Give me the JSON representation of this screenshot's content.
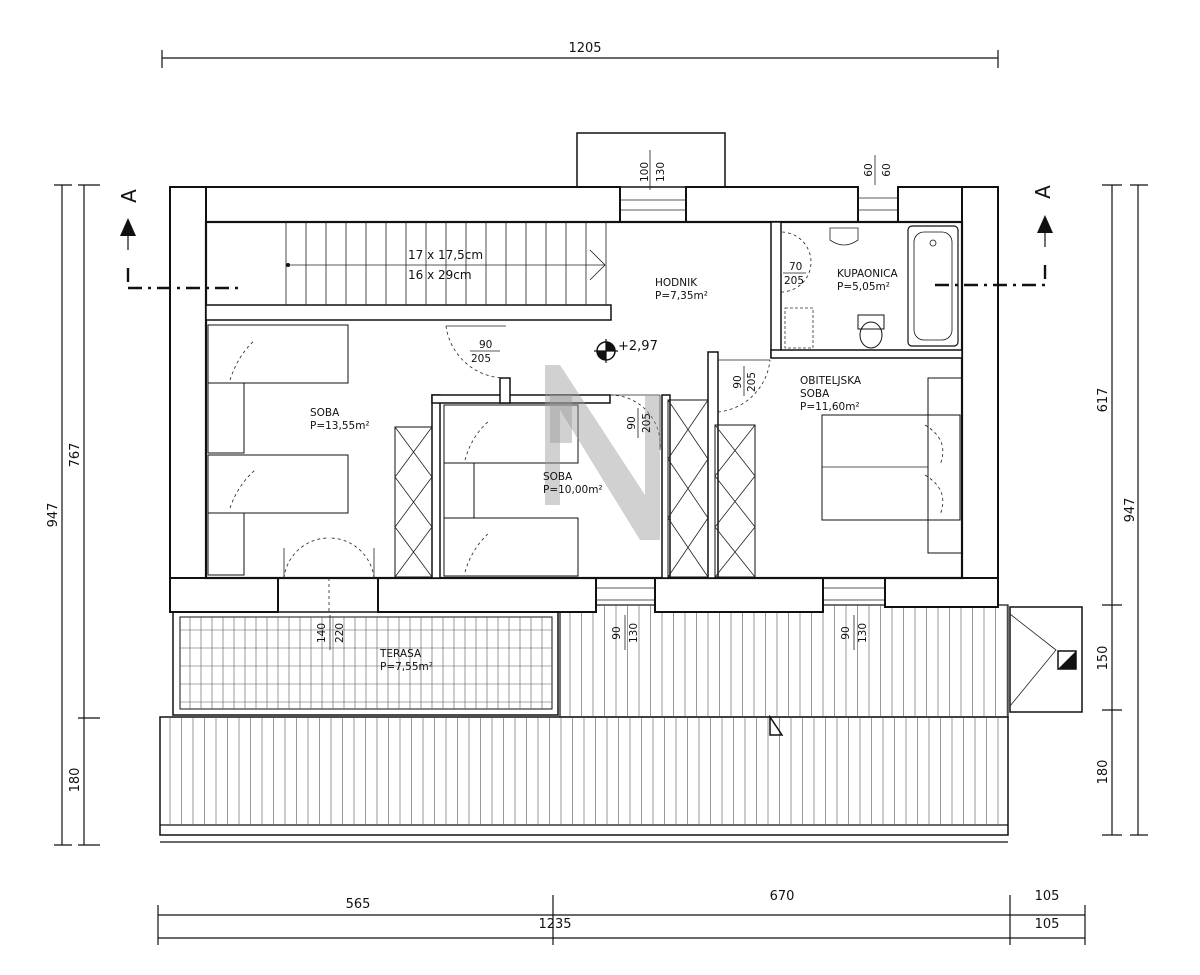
{
  "section_marker": {
    "letter": "A"
  },
  "elevation": {
    "value": "+2,97"
  },
  "stair": {
    "line1": "17 x 17,5cm",
    "line2": "16 x 29cm"
  },
  "rooms": {
    "hodnik": {
      "name": "HODNIK",
      "area": "P=7,35m²"
    },
    "kupaonica": {
      "name": "KUPAONICA",
      "area": "P=5,05m²"
    },
    "soba_left": {
      "name": "SOBA",
      "area": "P=13,55m²"
    },
    "soba_mid": {
      "name": "SOBA",
      "area": "P=10,00m²"
    },
    "obiteljska": {
      "name1": "OBITELJSKA",
      "name2": "SOBA",
      "area": "P=11,60m²"
    },
    "terasa": {
      "name": "TERASA",
      "area": "P=7,55m²"
    }
  },
  "dimensions": {
    "top_total": "1205",
    "left_outer": "947",
    "left_inner": "767",
    "left_bottom": "180",
    "right_outer": "947",
    "right_617": "617",
    "right_150": "150",
    "right_180": "180",
    "bottom_a": "565",
    "bottom_b": "670",
    "bottom_c": "105",
    "bottom_total": "1235",
    "bottom_total_c": "105"
  },
  "openings": {
    "top_window_a": "100",
    "top_window_b": "130",
    "top_right_a": "60",
    "top_right_b": "60",
    "bath_door_a": "70",
    "bath_door_b": "205",
    "door_left_a": "90",
    "door_left_b": "205",
    "door_mid_a": "90",
    "door_mid_b": "205",
    "door_right_a": "90",
    "door_right_b": "205",
    "terrace_door_a": "140",
    "terrace_door_b": "220",
    "win_mid_a": "90",
    "win_mid_b": "130",
    "win_right_a": "90",
    "win_right_b": "130"
  }
}
